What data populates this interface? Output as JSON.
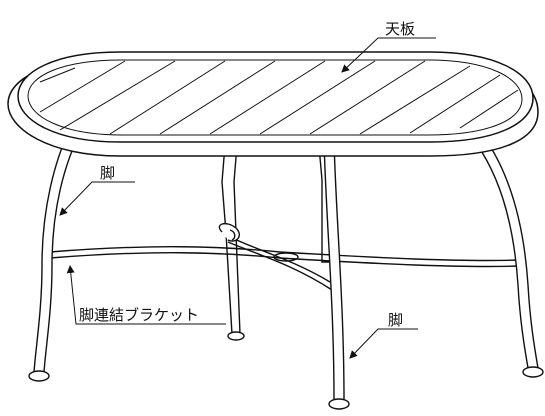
{
  "labels": {
    "tabletop": "天板",
    "leg_left": "脚",
    "leg_right": "脚",
    "leg_bracket": "脚連結ブラケット"
  }
}
